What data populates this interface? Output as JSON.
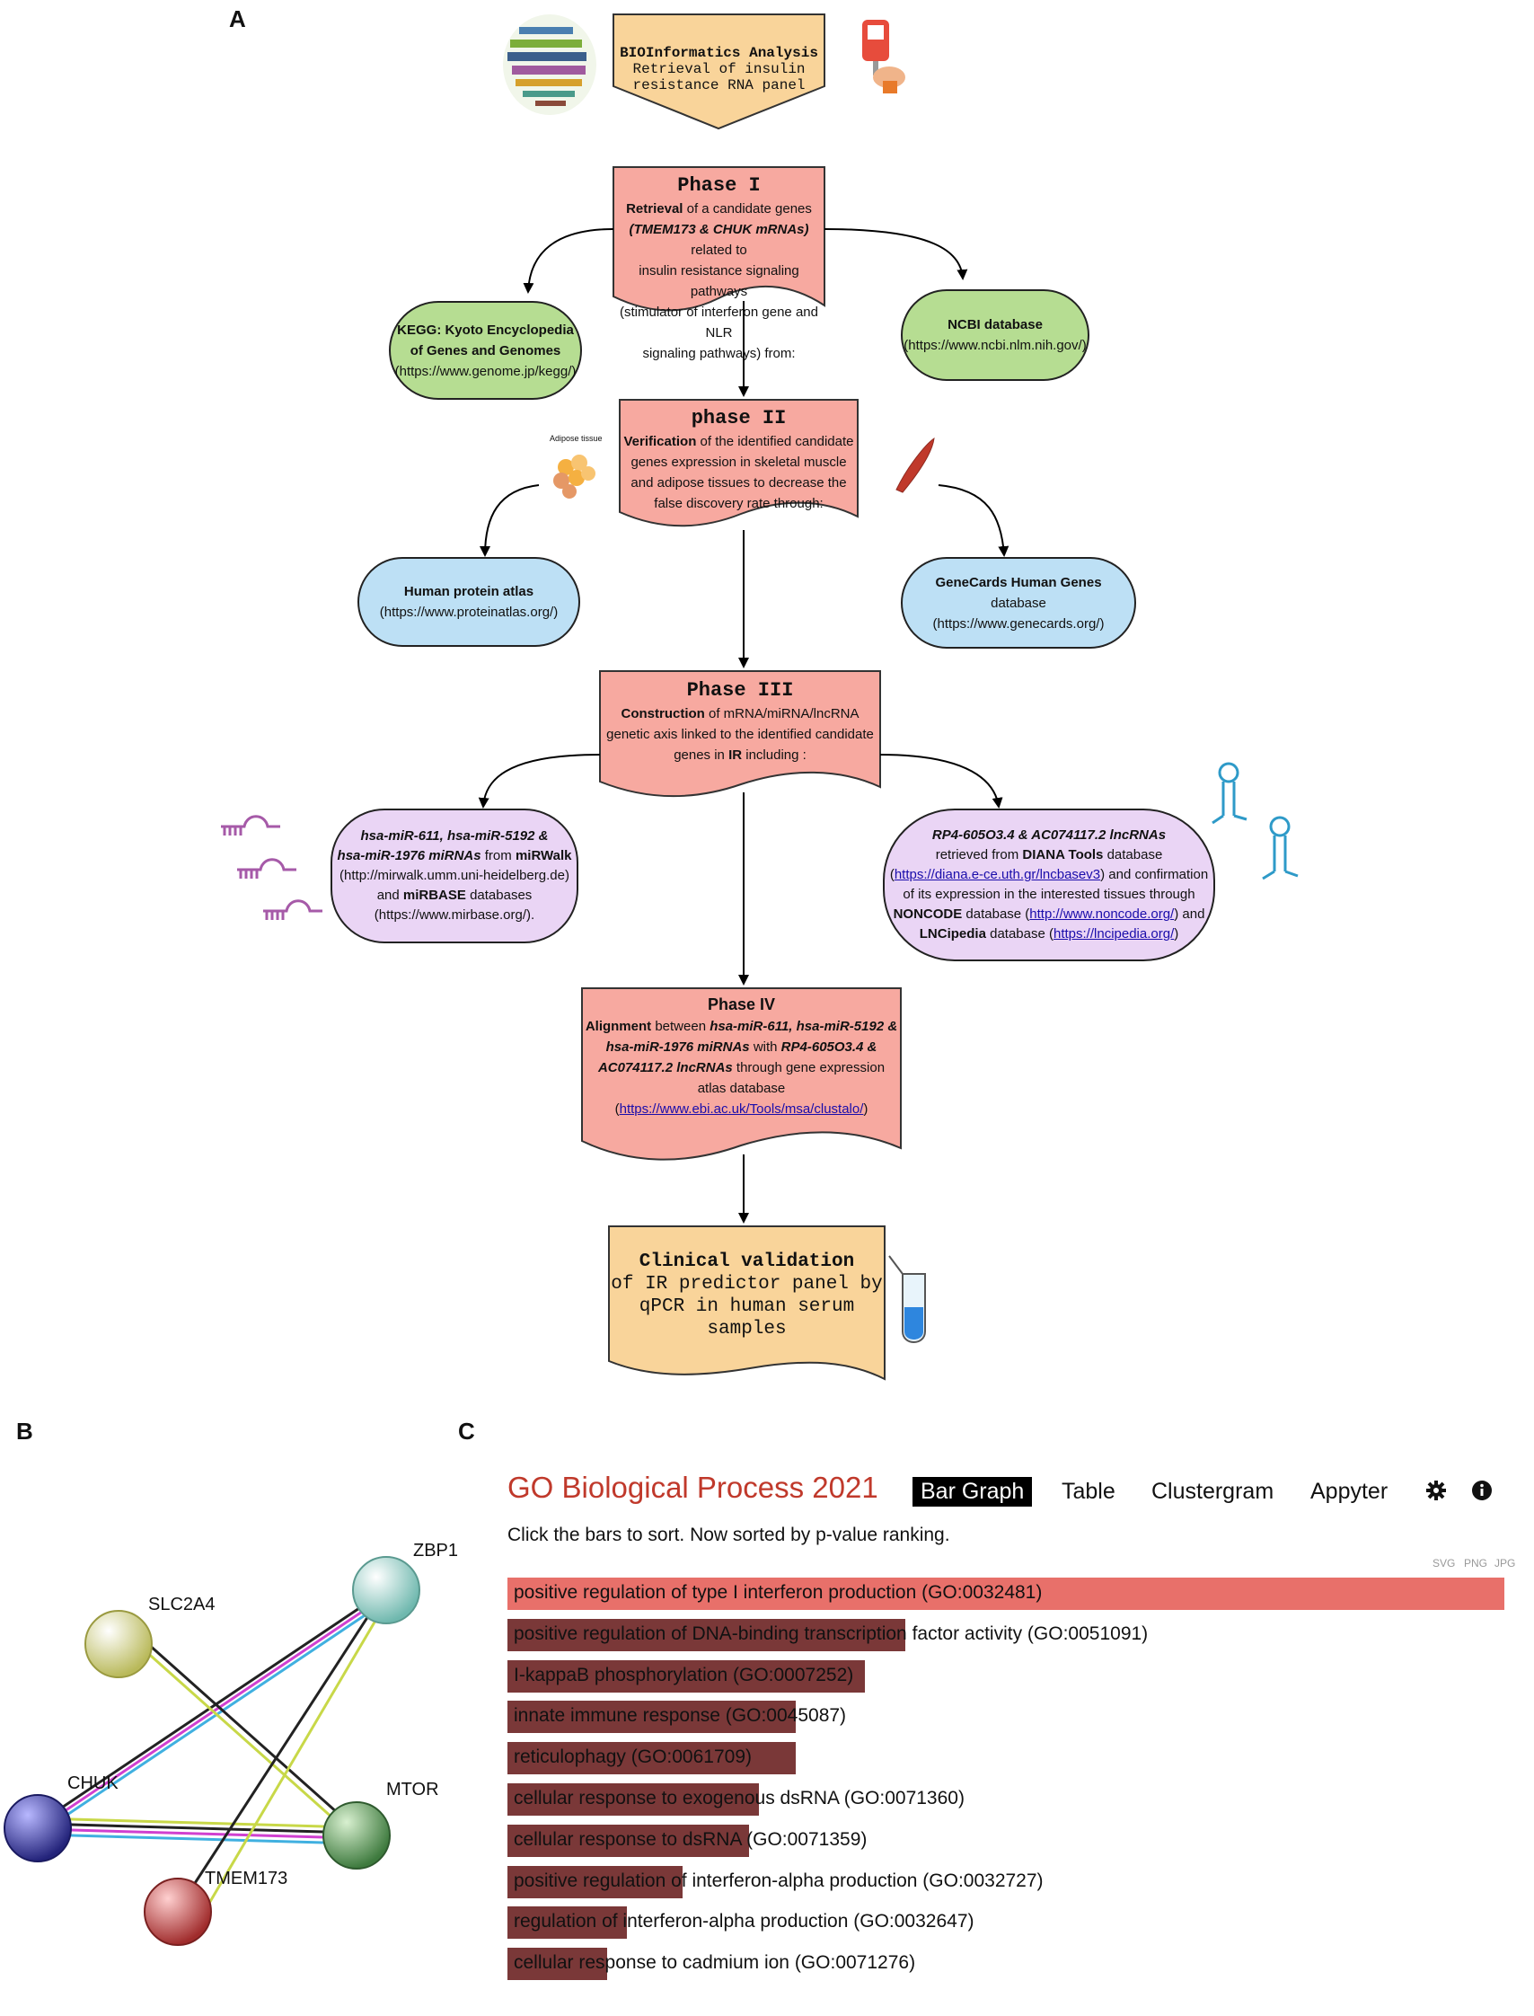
{
  "panels": {
    "a": "A",
    "b": "B",
    "c": "C"
  },
  "flow": {
    "top": {
      "l1": "BIOInformatics Analysis",
      "l2": "Retrieval of insulin",
      "l3": "resistance RNA panel"
    },
    "phase1": {
      "title": "Phase I",
      "b1": "Retrieval",
      "t1": " of a candidate genes",
      "b2": "(TMEM173 & CHUK mRNAs)",
      "t2": " related to",
      "l3": "insulin resistance signaling pathways",
      "l4": "(stimulator of interferon gene and NLR",
      "l5": "signaling pathways) from:"
    },
    "kegg": {
      "l1": "KEGG: Kyoto Encyclopedia",
      "l2": "of Genes and Genomes",
      "l3": "(https://www.genome.jp/kegg/)"
    },
    "ncbi": {
      "l1": "NCBI database",
      "l2": "(https://www.ncbi.nlm.nih.gov/)"
    },
    "phase2": {
      "title": "phase II",
      "b1": "Verification",
      "t1": " of the identified candidate",
      "l2": "genes expression in skeletal muscle",
      "l3": "and adipose tissues to decrease the",
      "l4": "false discovery rate through:"
    },
    "adipose_label": "Adipose tissue",
    "hpa": {
      "l1": "Human protein atlas",
      "l2": "(https://www.proteinatlas.org/)"
    },
    "genecards": {
      "l1": "GeneCards Human Genes",
      "l2": "database",
      "l3": "(https://www.genecards.org/)"
    },
    "phase3": {
      "title": "Phase III",
      "b1": "Construction",
      "t1": " of mRNA/miRNA/lncRNA",
      "l2": "genetic axis linked to the identified candidate",
      "l3a": "genes in ",
      "l3b": "IR",
      "l3c": " including :"
    },
    "mirna": {
      "l1": "hsa-miR-611, hsa-miR-5192 &",
      "l2a": "hsa-miR-1976 miRNAs",
      "l2b": " from ",
      "l2c": "miRWalk",
      "l3": "(http://mirwalk.umm.uni-heidelberg.de)",
      "l4a": "and ",
      "l4b": "miRBASE",
      "l4c": " databases",
      "l5": "(https://www.mirbase.org/)."
    },
    "lnc": {
      "l1": "RP4-605O3.4 & AC074117.2 lncRNAs",
      "l2a": "retrieved from ",
      "l2b": "DIANA Tools",
      "l2c": " database",
      "l3a": "(",
      "l3link": "https://diana.e-ce.uth.gr/lncbasev3",
      "l3b": ") and confirmation",
      "l4": "of its expression in the interested tissues through",
      "l5a": "NONCODE",
      "l5b": " database (",
      "l5link": "http://www.noncode.org/",
      "l5c": ") and",
      "l6a": "LNCipedia",
      "l6b": " database (",
      "l6link": "https://lncipedia.org/",
      "l6c": ")"
    },
    "phase4": {
      "title": "Phase IV",
      "b1": "Alignment",
      "t1": " between ",
      "b2": "hsa-miR-611, hsa-miR-5192 &",
      "l2a": "hsa-miR-1976 miRNAs",
      "l2b": " with ",
      "l2c": "RP4-605O3.4 &",
      "l3a": "AC074117.2 lncRNAs",
      "l3b": " through gene expression",
      "l4": "atlas database",
      "l5a": "(",
      "l5link": "https://www.ebi.ac.uk/Tools/msa/clustalo/",
      "l5b": ")"
    },
    "clinical": {
      "l1": "Clinical validation",
      "l2": "of IR predictor panel by",
      "l3": "qPCR in human serum",
      "l4": "samples"
    }
  },
  "network": {
    "nodes": [
      {
        "label": "ZBP1",
        "color": "#a8d8d0"
      },
      {
        "label": "SLC2A4",
        "color": "#d8d890"
      },
      {
        "label": "CHUK",
        "color": "#4848c8"
      },
      {
        "label": "MTOR",
        "color": "#70a070"
      },
      {
        "label": "TMEM173",
        "color": "#c85050"
      }
    ],
    "edge_colors": [
      "#222222",
      "#d040d0",
      "#40b0e0",
      "#c8d848",
      "#8888ff"
    ]
  },
  "enrichr": {
    "title": "GO Biological Process 2021",
    "tabs": [
      "Bar Graph",
      "Table",
      "Clustergram",
      "Appyter"
    ],
    "active_tab": "Bar Graph",
    "icons": [
      "gear-icon",
      "info-icon"
    ],
    "subtitle": "Click the bars to sort. Now sorted by p-value ranking.",
    "exports": [
      "SVG",
      "PNG",
      "JPG"
    ],
    "top_color": "#e8706a",
    "bar_color": "#7a3838"
  },
  "chart_data": {
    "type": "bar",
    "orientation": "horizontal",
    "title": "GO Biological Process 2021",
    "categories": [
      "positive regulation of type I interferon production (GO:0032481)",
      "positive regulation of DNA-binding transcription factor activity (GO:0051091)",
      "I-kappaB phosphorylation (GO:0007252)",
      "innate immune response (GO:0045087)",
      "reticulophagy (GO:0061709)",
      "cellular response to exogenous dsRNA (GO:0071360)",
      "cellular response to dsRNA (GO:0071359)",
      "positive regulation of interferon-alpha production (GO:0032727)",
      "regulation of interferon-alpha production (GO:0032647)",
      "cellular response to cadmium ion (GO:0071276)"
    ],
    "values": [
      1.0,
      0.399,
      0.359,
      0.289,
      0.289,
      0.252,
      0.242,
      0.176,
      0.12,
      0.1
    ]
  }
}
